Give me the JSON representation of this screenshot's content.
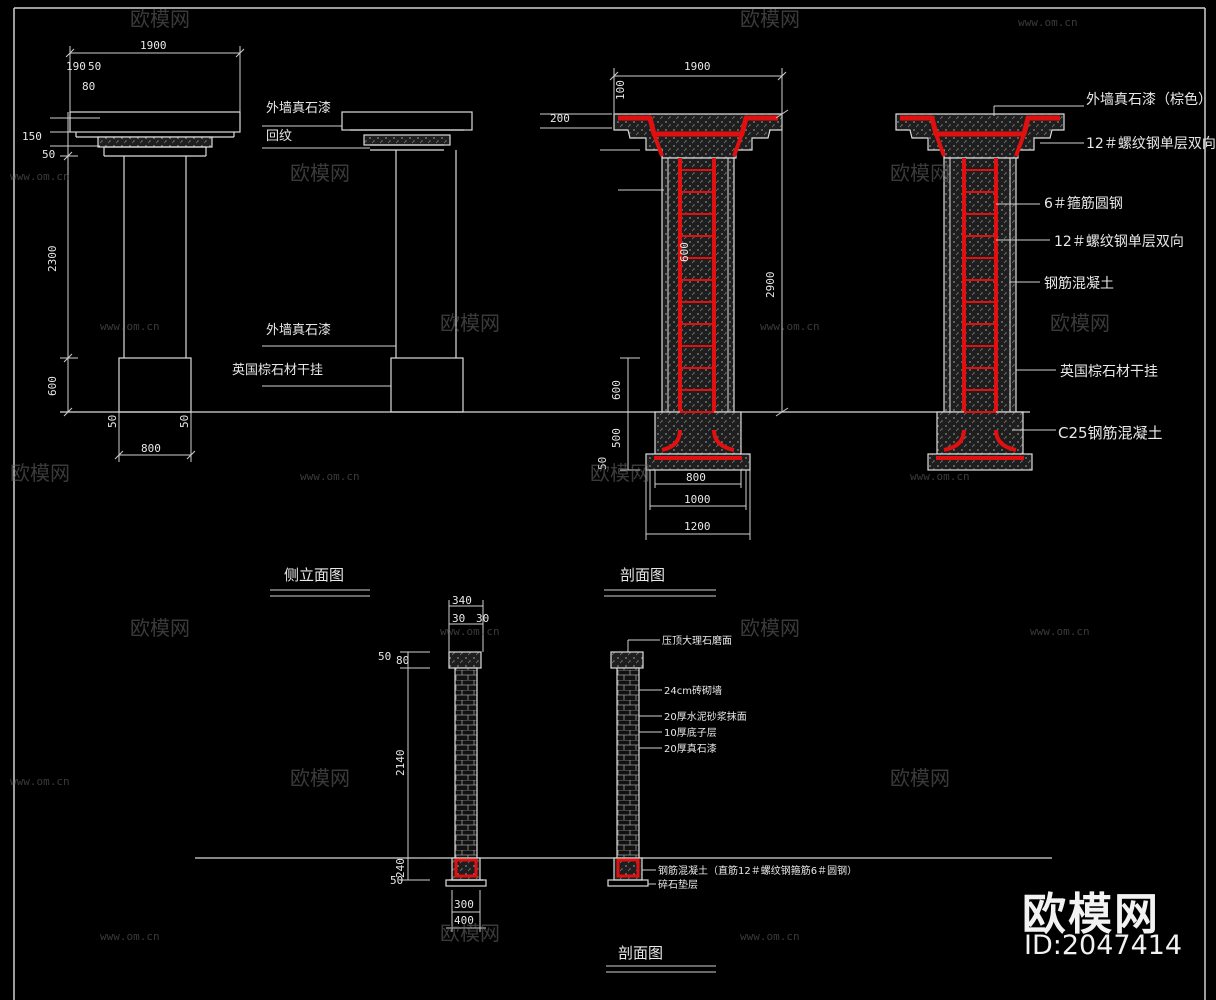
{
  "colors": {
    "background": "#000000",
    "line": "#dcdcdc",
    "rebar": "#e01010",
    "concrete": "#3a3a3a"
  },
  "views": {
    "side_elevation": {
      "title": "侧立面图",
      "labels": [
        "外墙真石漆",
        "回纹",
        "外墙真石漆",
        "英国棕石材干挂"
      ],
      "dims": {
        "w1900": "1900",
        "d190": "190",
        "d50": "50",
        "d80": "80",
        "d150": "150",
        "d50b": "50",
        "d2300": "2300",
        "d600": "600",
        "d50c": "50",
        "d50d": "50",
        "d800": "800"
      }
    },
    "section_1": {
      "title": "剖面图",
      "labels": [
        "外墙真石漆（棕色）",
        "12＃螺纹钢单层双向",
        "6＃箍筋圆钢",
        "12＃螺纹钢单层双向",
        "钢筋混凝土",
        "英国棕石材干挂",
        "C25钢筋混凝土"
      ],
      "dims": {
        "w1900": "1900",
        "d100": "100",
        "d200": "200",
        "d600": "600",
        "d2900": "2900",
        "d600b": "600",
        "d500": "500",
        "d50": "50",
        "d800": "800",
        "d1000": "1000",
        "d1200": "1200"
      }
    },
    "section_2": {
      "title": "剖面图",
      "labels": [
        "压顶大理石磨面",
        "24cm砖砌墙",
        "20厚水泥砂浆抹面",
        "10厚底子层",
        "20厚真石漆",
        "钢筋混凝土（直筋12＃螺纹钢箍筋6＃圆钢）",
        "碎石垫层"
      ],
      "dims": {
        "w340": "340",
        "d30a": "30",
        "d30b": "30",
        "d50": "50",
        "d80": "80",
        "d2140": "2140",
        "d240": "240",
        "d50b": "50",
        "w300": "300",
        "w400": "400"
      }
    }
  },
  "watermark": {
    "brand": "欧模网",
    "url": "www.om.cn"
  },
  "badge": {
    "brand": "欧模网",
    "id": "ID:2047414"
  }
}
